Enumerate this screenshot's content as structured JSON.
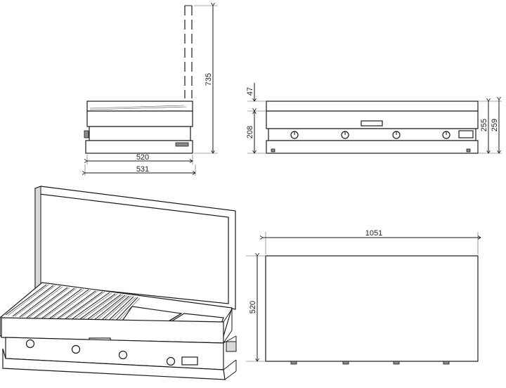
{
  "dimensions": {
    "lid_height_open": "735",
    "lid_thickness": "47",
    "body_height": "208",
    "total_height_a": "255",
    "total_height_b": "259",
    "depth_inner": "520",
    "depth_outer": "531",
    "width": "1051",
    "depth_plan": "520"
  }
}
